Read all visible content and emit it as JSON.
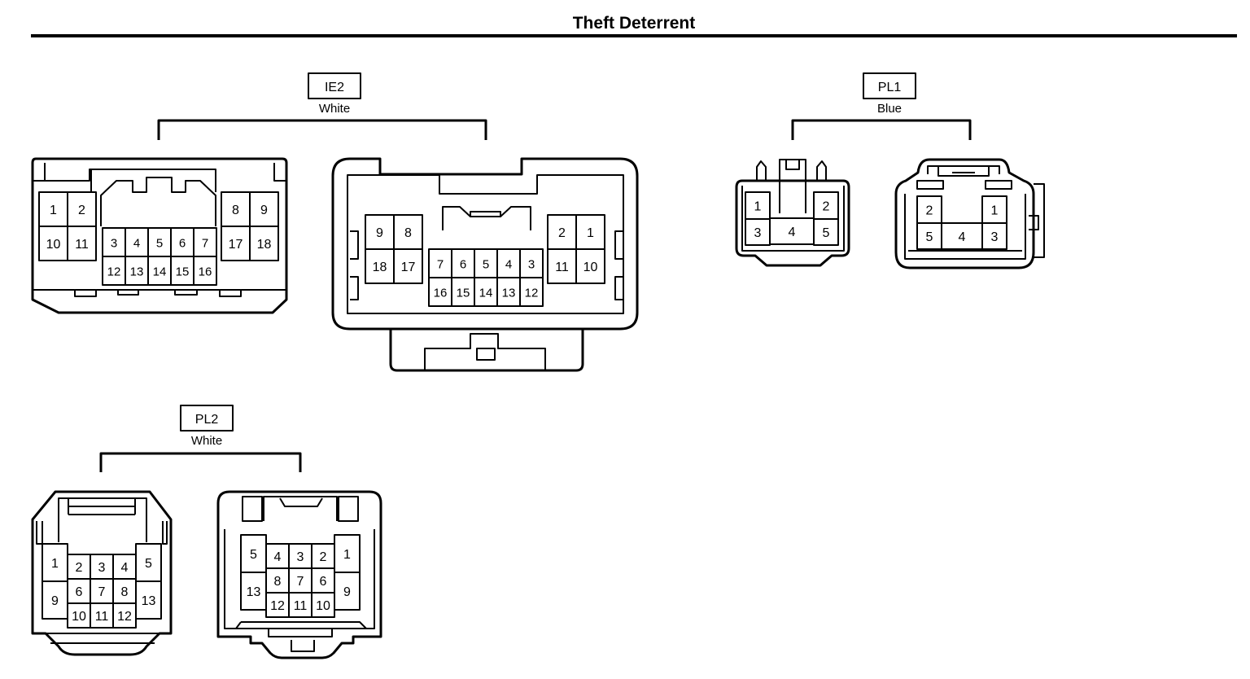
{
  "title": "Theft Deterrent",
  "connectors": {
    "ie2": {
      "name": "IE2",
      "color": "White",
      "left_view": {
        "block_left": [
          [
            "1",
            "2"
          ],
          [
            "10",
            "11"
          ]
        ],
        "block_mid": [
          [
            "3",
            "4",
            "5",
            "6",
            "7"
          ],
          [
            "12",
            "13",
            "14",
            "15",
            "16"
          ]
        ],
        "block_right": [
          [
            "8",
            "9"
          ],
          [
            "17",
            "18"
          ]
        ]
      },
      "right_view": {
        "block_left": [
          [
            "9",
            "8"
          ],
          [
            "18",
            "17"
          ]
        ],
        "block_mid": [
          [
            "7",
            "6",
            "5",
            "4",
            "3"
          ],
          [
            "16",
            "15",
            "14",
            "13",
            "12"
          ]
        ],
        "block_right": [
          [
            "2",
            "1"
          ],
          [
            "11",
            "10"
          ]
        ]
      }
    },
    "pl1": {
      "name": "PL1",
      "color": "Blue",
      "left_view": {
        "col_left": [
          "1",
          "3"
        ],
        "center": "4",
        "col_right": [
          "2",
          "5"
        ]
      },
      "right_view": {
        "col_left": [
          "2",
          "5"
        ],
        "center": "4",
        "col_right": [
          "1",
          "3"
        ]
      }
    },
    "pl2": {
      "name": "PL2",
      "color": "White",
      "left_view": {
        "col_left": [
          "1",
          "9"
        ],
        "grid": [
          [
            "2",
            "3",
            "4"
          ],
          [
            "6",
            "7",
            "8"
          ],
          [
            "10",
            "11",
            "12"
          ]
        ],
        "col_right": [
          "5",
          "13"
        ]
      },
      "right_view": {
        "col_left": [
          "5",
          "13"
        ],
        "grid": [
          [
            "4",
            "3",
            "2"
          ],
          [
            "8",
            "7",
            "6"
          ],
          [
            "12",
            "11",
            "10"
          ]
        ],
        "col_right": [
          "1",
          "9"
        ]
      }
    }
  }
}
